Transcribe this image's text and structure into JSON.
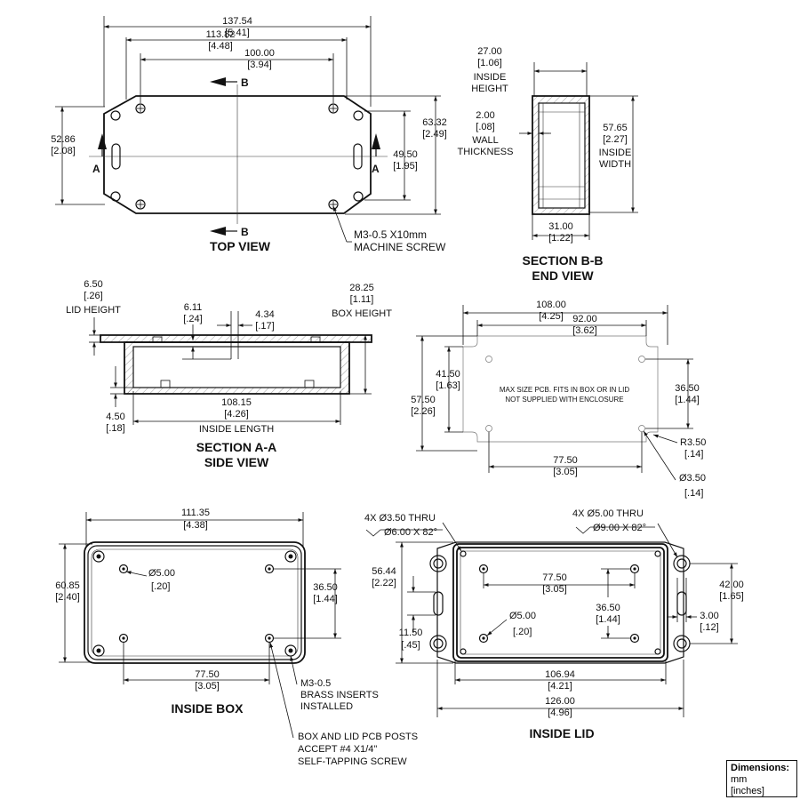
{
  "views": {
    "top": {
      "title": "TOP VIEW",
      "width_overall": "137.54",
      "width_overall_in": "[5.41]",
      "width_mid": "113.82",
      "width_mid_in": "[4.48]",
      "width_screws": "100.00",
      "width_screws_in": "[3.94]",
      "height_overall": "63.32",
      "height_overall_in": "[2.49]",
      "height_left": "52.86",
      "height_left_in": "[2.08]",
      "height_screws": "49.50",
      "height_screws_in": "[1.95]",
      "section_a": "A",
      "section_b": "B",
      "screw_note_1": "M3-0.5 X10mm",
      "screw_note_2": "MACHINE SCREW"
    },
    "end": {
      "title_1": "SECTION B-B",
      "title_2": "END VIEW",
      "inside_height": "27.00",
      "inside_height_in": "[1.06]",
      "inside_height_label_1": "INSIDE",
      "inside_height_label_2": "HEIGHT",
      "wall": "2.00",
      "wall_in": "[.08]",
      "wall_label_1": "WALL",
      "wall_label_2": "THICKNESS",
      "inside_width": "57.65",
      "inside_width_in": "[2.27]",
      "inside_width_label_1": "INSIDE",
      "inside_width_label_2": "WIDTH",
      "depth": "31.00",
      "depth_in": "[1.22]"
    },
    "side": {
      "title_1": "SECTION A-A",
      "title_2": "SIDE VIEW",
      "lid_height": "6.50",
      "lid_height_in": "[.26]",
      "lid_height_label": "LID HEIGHT",
      "post_a": "6.11",
      "post_a_in": "[.24]",
      "post_b": "4.34",
      "post_b_in": "[.17]",
      "box_height": "28.25",
      "box_height_in": "[1.11]",
      "box_height_label": "BOX HEIGHT",
      "bottom": "4.50",
      "bottom_in": "[.18]",
      "inside_length": "108.15",
      "inside_length_in": "[4.26]",
      "inside_length_label": "INSIDE LENGTH"
    },
    "pcb": {
      "width": "108.00",
      "width_in": "[4.25]",
      "inner_width": "92.00",
      "inner_width_in": "[3.62]",
      "height": "57.50",
      "height_in": "[2.26]",
      "height_mid": "41.50",
      "height_mid_in": "[1.63]",
      "holes_v": "36.50",
      "holes_v_in": "[1.44]",
      "holes_h": "77.50",
      "holes_h_in": "[3.05]",
      "radius": "R3.50",
      "radius_in": "[.14]",
      "hole_dia": "Ø3.50",
      "hole_dia_in": "[.14]",
      "note_1": "MAX SIZE PCB. FITS IN BOX OR IN LID",
      "note_2": "NOT SUPPLIED WITH ENCLOSURE"
    },
    "inside_box": {
      "title": "INSIDE BOX",
      "width": "111.35",
      "width_in": "[4.38]",
      "height": "60.85",
      "height_in": "[2.40]",
      "post_dia": "Ø5.00",
      "post_dia_in": "[.20]",
      "posts_v": "36.50",
      "posts_v_in": "[1.44]",
      "posts_h": "77.50",
      "posts_h_in": "[3.05]",
      "insert_1": "M3-0.5",
      "insert_2": "BRASS INSERTS",
      "insert_3": "INSTALLED",
      "posts_1": "BOX AND LID PCB POSTS",
      "posts_2": "ACCEPT #4 X1/4\"",
      "posts_3": "SELF-TAPPING SCREW"
    },
    "inside_lid": {
      "title": "INSIDE LID",
      "hole_left_1": "4X Ø3.50 THRU",
      "hole_left_2": "Ø6.00 X 82°",
      "hole_right_1": "4X Ø5.00 THRU",
      "hole_right_2": "Ø9.00 X 82°",
      "height_left": "56.44",
      "height_left_in": "[2.22]",
      "slot": "11.50",
      "slot_in": "[.45]",
      "posts_h": "77.50",
      "posts_h_in": "[3.05]",
      "posts_v": "36.50",
      "posts_v_in": "[1.44]",
      "post_dia": "Ø5.00",
      "post_dia_in": "[.20]",
      "height_right": "42.00",
      "height_right_in": "[1.65]",
      "slot_w": "3.00",
      "slot_w_in": "[.12]",
      "inner_width": "106.94",
      "inner_width_in": "[4.21]",
      "overall_width": "126.00",
      "overall_width_in": "[4.96]"
    }
  },
  "legend": {
    "heading": "Dimensions:",
    "unit": "mm",
    "alt_unit": "[inches]"
  }
}
